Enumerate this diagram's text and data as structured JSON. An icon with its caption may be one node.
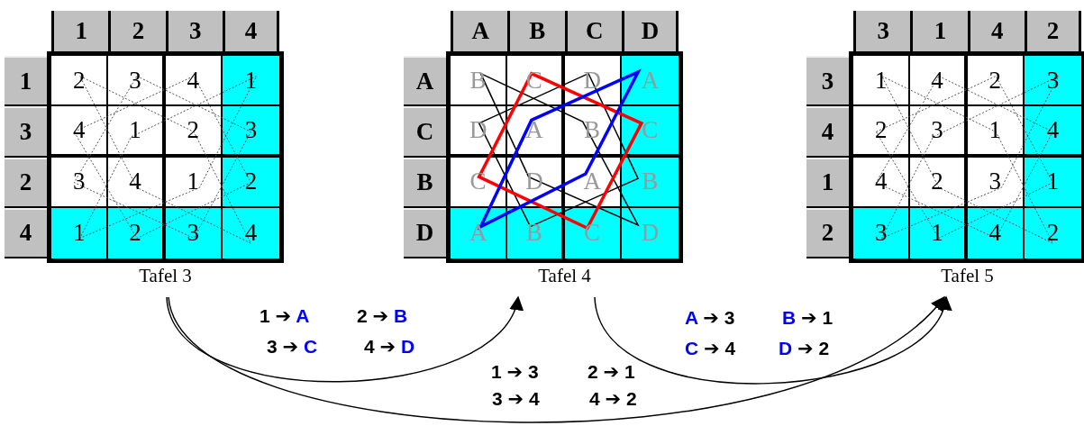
{
  "diagram": {
    "nodes": [
      {
        "text": [
          "Tafel 3"
        ]
      },
      {
        "text": [
          "Tafel 4"
        ]
      },
      {
        "text": [
          "Tafel 5"
        ]
      }
    ],
    "edges": [
      {
        "from": 0,
        "to": 1,
        "arrow": "to"
      },
      {
        "from": 1,
        "to": 2,
        "arrow": "to"
      },
      {
        "from": 0,
        "to": 2,
        "arrow": "to"
      }
    ],
    "labels": [
      "1",
      "2",
      "3",
      "4",
      "1",
      "2",
      "3",
      "4",
      "1",
      "3",
      "4",
      "1",
      "2",
      "3",
      "2",
      "3",
      "4",
      "1",
      "2",
      "4",
      "1",
      "2",
      "3",
      "4",
      "A",
      "B",
      "C",
      "D",
      "A",
      "B",
      "C",
      "D",
      "A",
      "C",
      "D",
      "A",
      "B",
      "C",
      "B",
      "C",
      "D",
      "A",
      "B",
      "D",
      "A",
      "B",
      "C",
      "D",
      "3",
      "1",
      "4",
      "2",
      "3",
      "1",
      "4",
      "2",
      "3",
      "4",
      "2",
      "3",
      "1",
      "4",
      "1",
      "4",
      "2",
      "3",
      "1",
      "2",
      "3",
      "1",
      "4",
      "2",
      "1 ➔ A",
      "2 ➔ B",
      "3 ➔ C",
      "4 ➔ D",
      "A ➔ 3",
      "B ➔ 1",
      "C ➔ 4",
      "D ➔ 2",
      "1 ➔ 3",
      "2 ➔ 1",
      "3 ➔ 4",
      "4 ➔ 2"
    ]
  }
}
